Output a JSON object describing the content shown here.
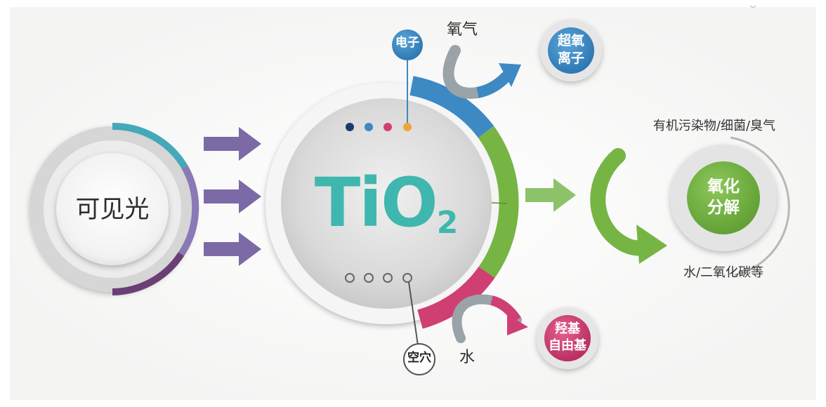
{
  "visible_light": "可见光",
  "tio2": {
    "main": "TiO",
    "subscript": "2"
  },
  "electron": "电子",
  "oxygen": "氧气",
  "superoxide": [
    "超氧",
    "离子"
  ],
  "hole": "空穴",
  "water": "水",
  "hydroxyl": [
    "羟基",
    "自由基"
  ],
  "oxidation": [
    "氧化",
    "分解"
  ],
  "pollutants": "有机污染物/细菌/臭气",
  "products": "水/二氧化碳等",
  "colors": {
    "teal": "#3fb7ae",
    "purple": "#7b6aa6",
    "blue": "#3d89c4",
    "green": "#76b544",
    "pink": "#cf3f73",
    "navy": "#1e3a6b",
    "orange": "#f2a33a"
  }
}
